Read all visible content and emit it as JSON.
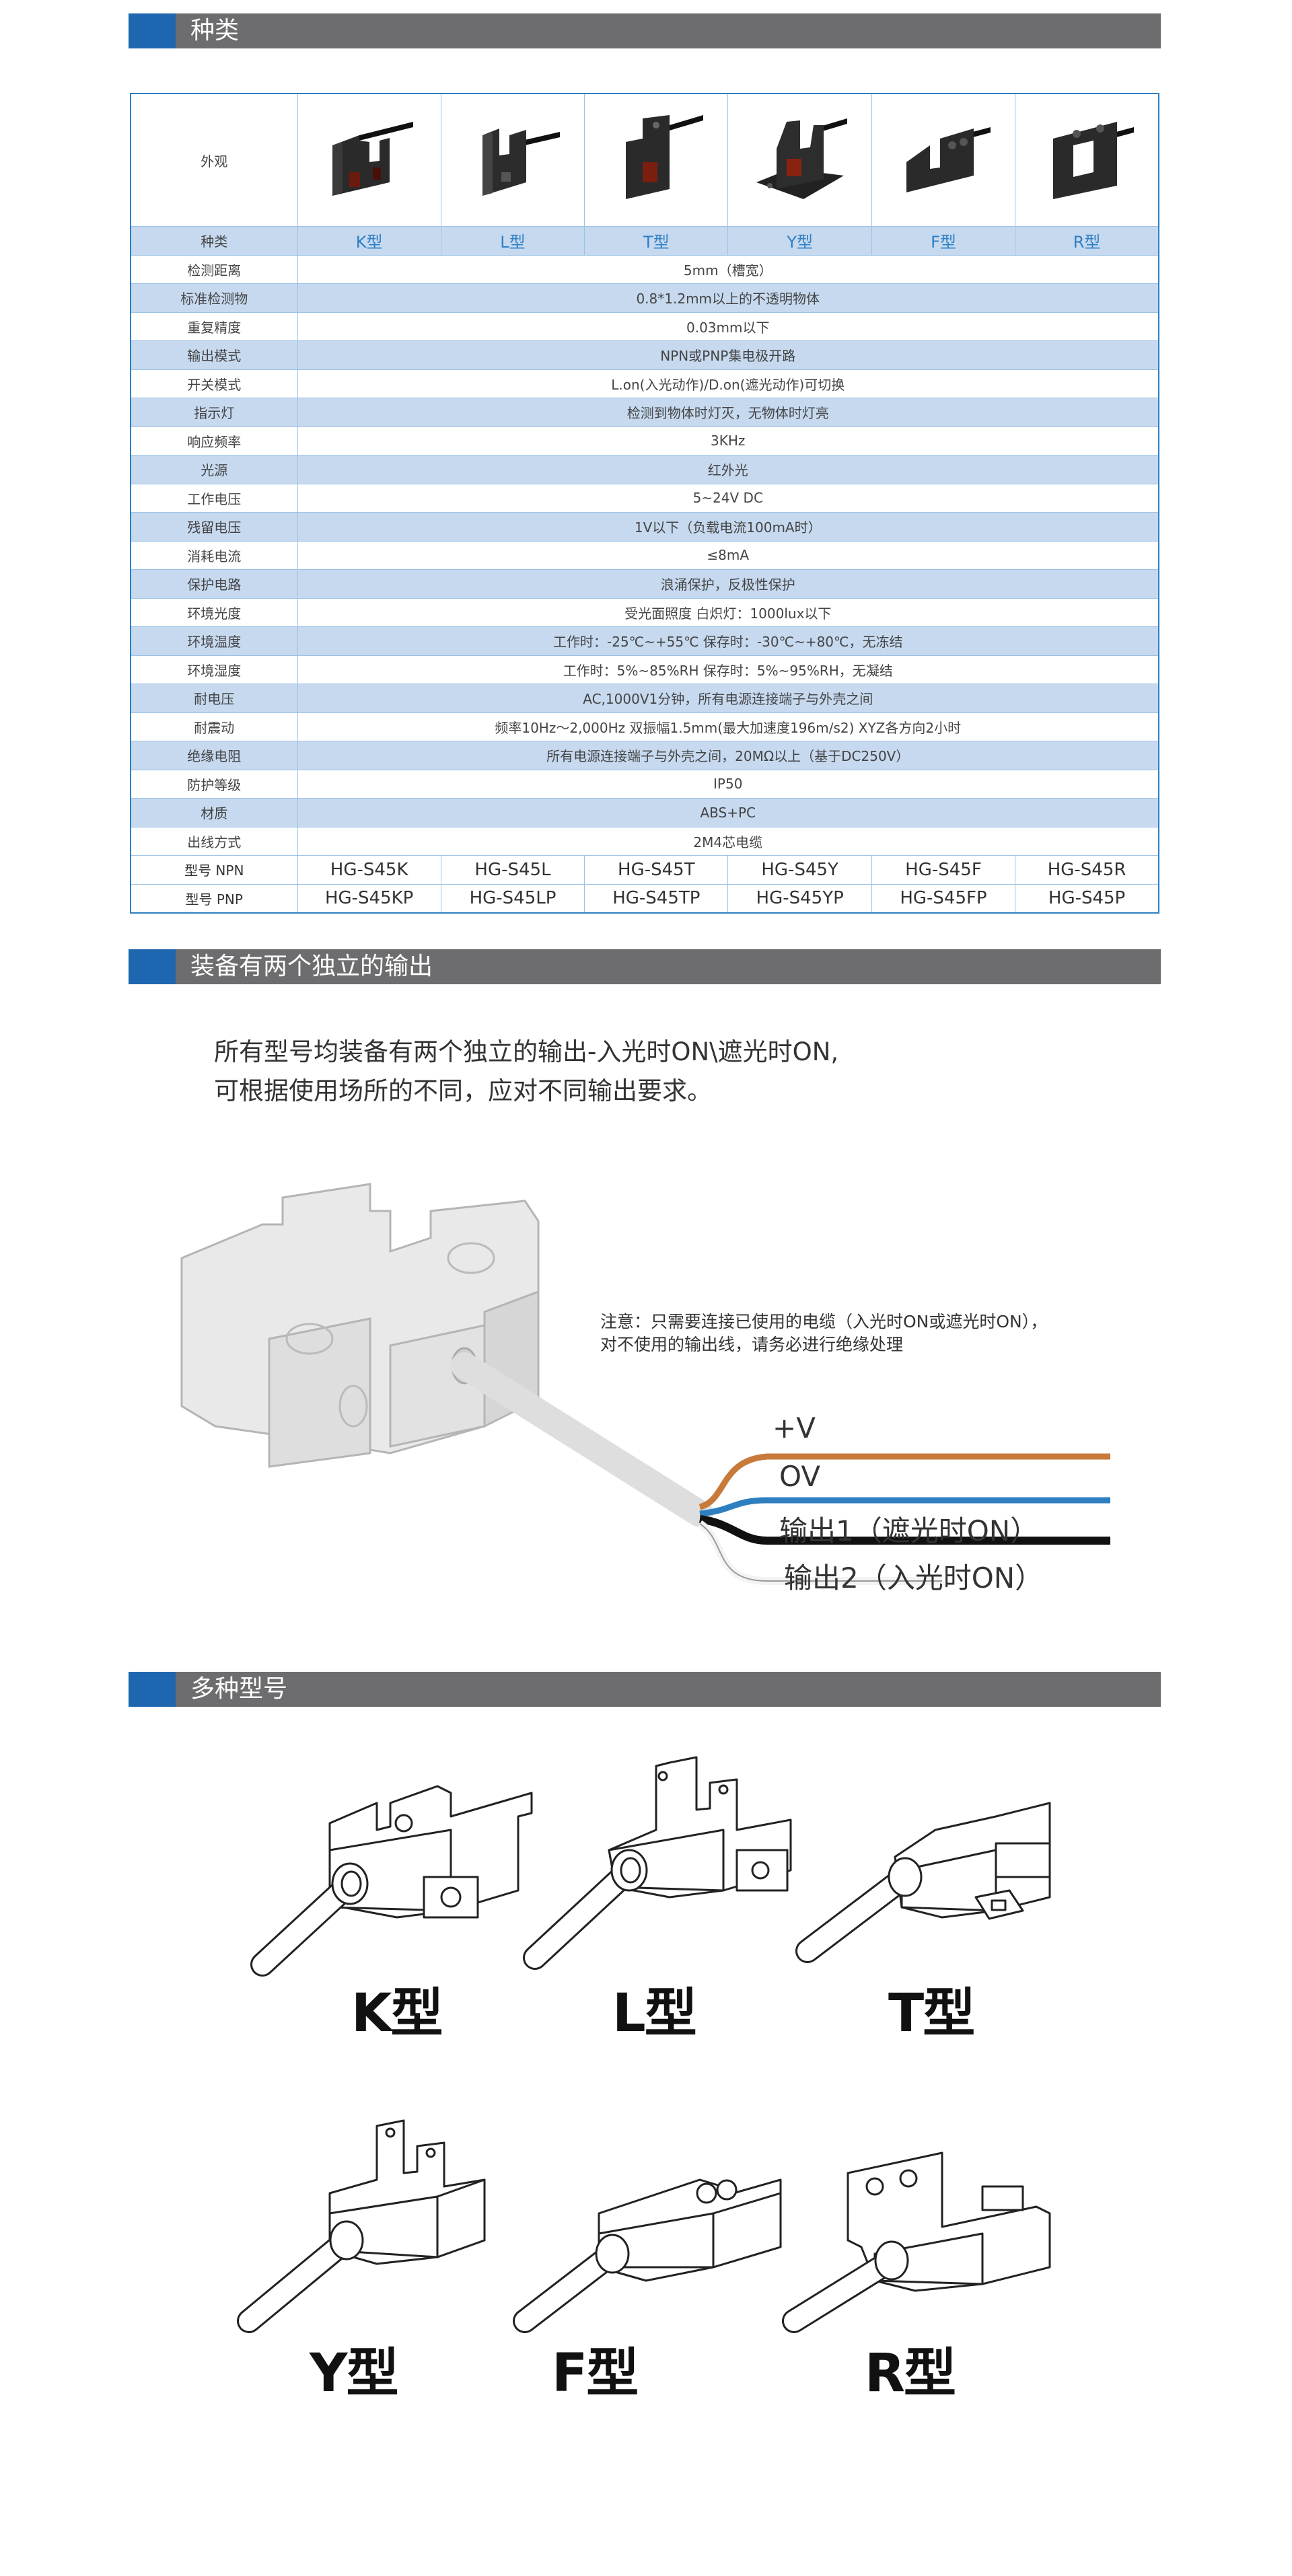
{
  "sections": {
    "types": "种类",
    "outputs": "装备有两个独立的输出",
    "models": "多种型号"
  },
  "table": {
    "appearance_label": "外观",
    "type_label": "种类",
    "types": [
      "K型",
      "L型",
      "T型",
      "Y型",
      "F型",
      "R型"
    ],
    "specs": [
      {
        "label": "检测距离",
        "value": "5mm（槽宽）"
      },
      {
        "label": "标准检测物",
        "value": "0.8*1.2mm以上的不透明物体"
      },
      {
        "label": "重复精度",
        "value": "0.03mm以下"
      },
      {
        "label": "输出模式",
        "value": "NPN或PNP集电极开路"
      },
      {
        "label": "开关模式",
        "value": "L.on(入光动作)/D.on(遮光动作)可切换"
      },
      {
        "label": "指示灯",
        "value": "检测到物体时灯灭，无物体时灯亮"
      },
      {
        "label": "响应频率",
        "value": "3KHz"
      },
      {
        "label": "光源",
        "value": "红外光"
      },
      {
        "label": "工作电压",
        "value": "5~24V DC"
      },
      {
        "label": "残留电压",
        "value": "1V以下（负载电流100mA时）"
      },
      {
        "label": "消耗电流",
        "value": "≤8mA"
      },
      {
        "label": "保护电路",
        "value": "浪涌保护，反极性保护"
      },
      {
        "label": "环境光度",
        "value": "受光面照度 白炽灯：1000lux以下"
      },
      {
        "label": "环境温度",
        "value": "工作时：-25℃~+55℃  保存时：-30℃~+80℃，无冻结"
      },
      {
        "label": "环境湿度",
        "value": "工作时：5%~85%RH  保存时：5%~95%RH，无凝结"
      },
      {
        "label": "耐电压",
        "value": "AC,1000V1分钟，所有电源连接端子与外壳之间"
      },
      {
        "label": "耐震动",
        "value": "频率10Hz～2,000Hz   双振幅1.5mm(最大加速度196m/s2)    XYZ各方向2小时"
      },
      {
        "label": "绝缘电阻",
        "value": "所有电源连接端子与外壳之间，20MΩ以上（基于DC250V）"
      },
      {
        "label": "防护等级",
        "value": "IP50"
      },
      {
        "label": "材质",
        "value": "ABS+PC"
      },
      {
        "label": "出线方式",
        "value": "2M4芯电缆"
      }
    ],
    "npn": {
      "label": "型号   NPN",
      "models": [
        "HG-S45K",
        "HG-S45L",
        "HG-S45T",
        "HG-S45Y",
        "HG-S45F",
        "HG-S45R"
      ]
    },
    "pnp": {
      "label": "型号   PNP",
      "models": [
        "HG-S45KP",
        "HG-S45LP",
        "HG-S45TP",
        "HG-S45YP",
        "HG-S45FP",
        "HG-S45P"
      ]
    }
  },
  "outputs": {
    "desc_line1": "所有型号均装备有两个独立的输出-入光时ON\\遮光时ON,",
    "desc_line2": "可根据使用场所的不同，应对不同输出要求。",
    "note_line1": "注意：只需要连接已使用的电缆（入光时ON或遮光时ON），",
    "note_line2": "对不使用的输出线，请务必进行绝缘处理",
    "wires": {
      "v_plus": "+V",
      "ov": "OV",
      "out1": "输出1（遮光时ON）",
      "out2": "输出2（入光时ON）"
    },
    "colors": {
      "brown": "#c87a3a",
      "blue": "#2d7fc0",
      "black": "#111111",
      "white": "#f4f4f4"
    }
  },
  "models": {
    "k": "K型",
    "l": "L型",
    "t": "T型",
    "y": "Y型",
    "f": "F型",
    "r": "R型"
  }
}
